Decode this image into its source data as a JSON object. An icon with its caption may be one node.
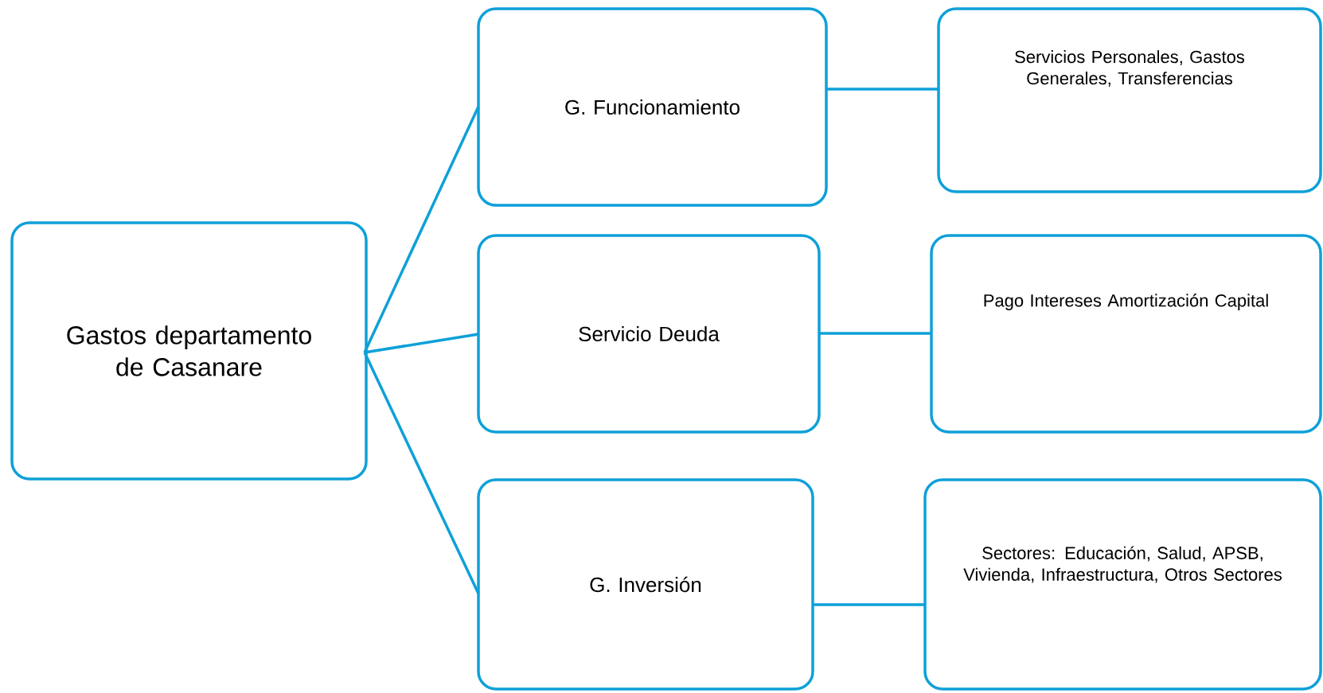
{
  "diagram": {
    "nodes": [
      {
        "text": [
          "Gastos departamento de Casanare"
        ]
      },
      {
        "text": [
          "G. Funcionamiento"
        ]
      },
      {
        "text": [
          "Servicio Deuda"
        ]
      },
      {
        "text": [
          "G. Inversión"
        ]
      },
      {
        "text": [
          "Servicios Personales, Gastos Generales, Transferencias"
        ]
      },
      {
        "text": [
          "Pago Intereses  Amortización Capital"
        ]
      },
      {
        "text": [
          "Sectores:  Educación, Salud, APSB, Vivienda, Infraestructura, Otros Sectores"
        ]
      }
    ],
    "edges": [
      {
        "from": 0,
        "to": 1,
        "arrow": "none"
      },
      {
        "from": 0,
        "to": 2,
        "arrow": "none"
      },
      {
        "from": 0,
        "to": 3,
        "arrow": "none"
      },
      {
        "from": 1,
        "to": 4,
        "arrow": "none"
      },
      {
        "from": 2,
        "to": 5,
        "arrow": "none"
      },
      {
        "from": 3,
        "to": 6,
        "arrow": "none"
      }
    ]
  }
}
